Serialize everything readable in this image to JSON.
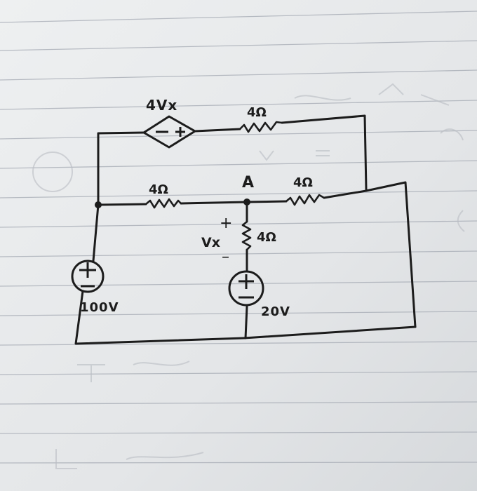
{
  "diagram": {
    "dependent_source_label": "4Vx",
    "top_resistor_label": "4Ω",
    "left_resistor_label": "4Ω",
    "right_resistor_label": "4Ω",
    "middle_resistor_label": "4Ω",
    "node_label": "A",
    "vx_label": "Vx",
    "vx_plus": "+",
    "vx_minus": "–",
    "left_source_value": "100V",
    "middle_source_value": "20V"
  },
  "colors": {
    "paper": "#e7e8e9",
    "rule_line": "#a9aeb7",
    "ink": "#1c1c1c"
  }
}
